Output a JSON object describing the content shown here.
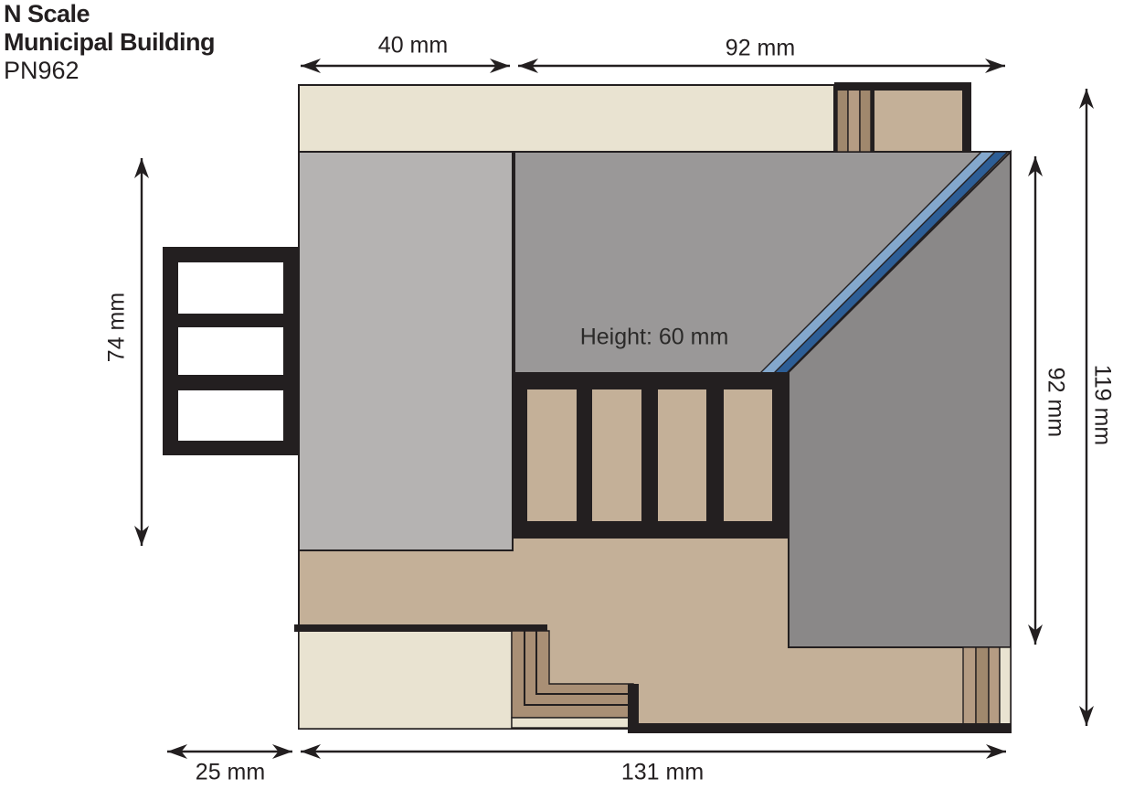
{
  "title": {
    "line1": "N Scale",
    "line2": "Municipal Building",
    "line3": "PN962"
  },
  "dimensions": {
    "top_left_width": "40 mm",
    "top_right_width": "92 mm",
    "left_height": "74 mm",
    "right_inner_height": "92 mm",
    "right_outer_height": "119 mm",
    "bottom_left_width": "25 mm",
    "bottom_width": "131 mm",
    "height_note": "Height: 60 mm"
  },
  "colors": {
    "outline_black": "#231f20",
    "cream": "#e9e3d1",
    "light_gray": "#b5b3b2",
    "mid_gray": "#9a9898",
    "dark_gray": "#8a8888",
    "tan": "#c4b098",
    "taupe_stairs": "#a98f75",
    "stripe_light": "#b59c83",
    "stripe_dark": "#a0886d",
    "roof_blue_light": "#84a8cd",
    "roof_blue_dark": "#2d5e96",
    "window_white": "#ffffff"
  }
}
